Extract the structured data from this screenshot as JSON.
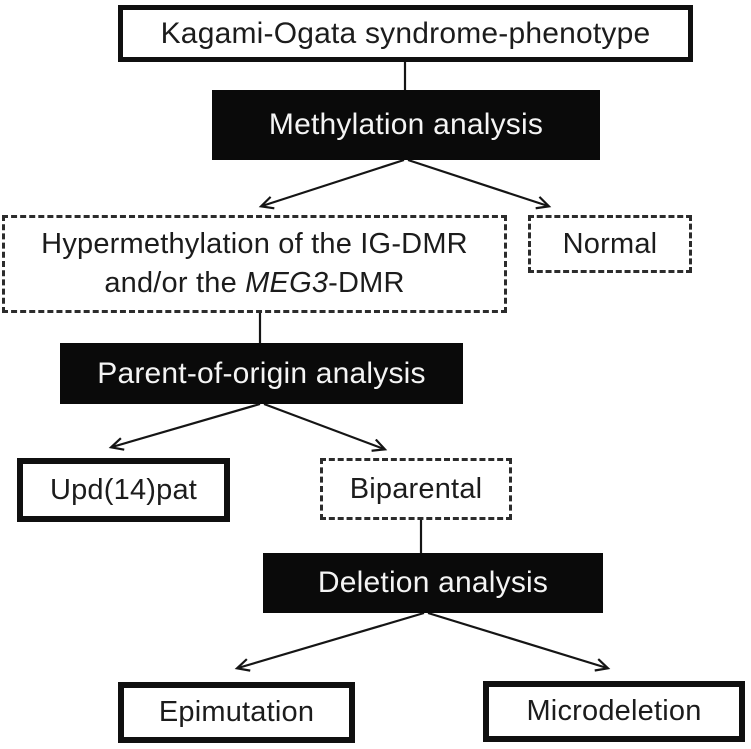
{
  "diagram": {
    "type": "flowchart",
    "topic": "Kagami-Ogata syndrome diagnostic workflow",
    "colors": {
      "background": "#ffffff",
      "filled_box": "#0a0a0a",
      "filled_box_text": "#f4f4f4",
      "text": "#1c1c1c",
      "border": "#101010"
    },
    "nodes": {
      "phenotype": {
        "label": "Kagami-Ogata syndrome-phenotype",
        "box_style": "solid"
      },
      "methylation": {
        "label": "Methylation analysis",
        "box_style": "filled"
      },
      "hypermeth": {
        "line1": "Hypermethylation of the IG-DMR",
        "line2_prefix": "and/or the ",
        "line2_italic": "MEG3",
        "line2_suffix": "-DMR",
        "box_style": "dashed"
      },
      "normal": {
        "label": "Normal",
        "box_style": "dashed"
      },
      "parent_origin": {
        "label": "Parent-of-origin analysis",
        "box_style": "filled"
      },
      "upd14pat": {
        "label": "Upd(14)pat",
        "box_style": "solid"
      },
      "biparental": {
        "label": "Biparental",
        "box_style": "dashed"
      },
      "deletion": {
        "label": "Deletion analysis",
        "box_style": "filled"
      },
      "epimutation": {
        "label": "Epimutation",
        "box_style": "solid"
      },
      "microdeletion": {
        "label": "Microdeletion",
        "box_style": "solid"
      }
    },
    "edges": [
      {
        "from": "phenotype",
        "to": "methylation",
        "kind": "line"
      },
      {
        "from": "methylation",
        "to": "hypermeth",
        "kind": "arrow"
      },
      {
        "from": "methylation",
        "to": "normal",
        "kind": "arrow"
      },
      {
        "from": "hypermeth",
        "to": "parent_origin",
        "kind": "line"
      },
      {
        "from": "parent_origin",
        "to": "upd14pat",
        "kind": "arrow"
      },
      {
        "from": "parent_origin",
        "to": "biparental",
        "kind": "arrow"
      },
      {
        "from": "biparental",
        "to": "deletion",
        "kind": "line"
      },
      {
        "from": "deletion",
        "to": "epimutation",
        "kind": "arrow"
      },
      {
        "from": "deletion",
        "to": "microdeletion",
        "kind": "arrow"
      }
    ]
  }
}
